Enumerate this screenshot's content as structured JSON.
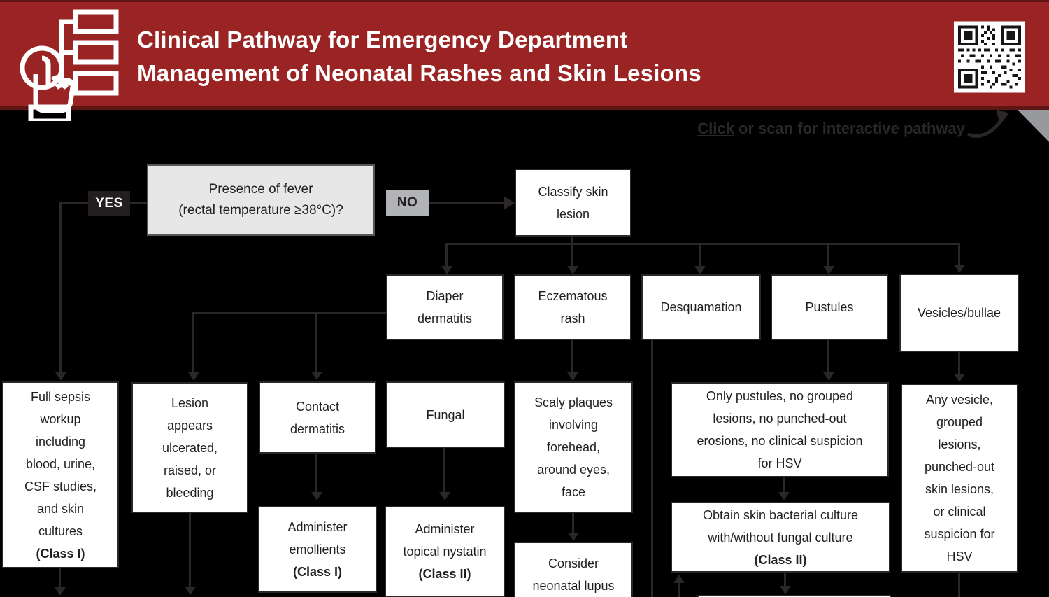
{
  "header": {
    "title_line1": "Clinical Pathway for Emergency Department",
    "title_line2": "Management of Neonatal Rashes and Skin Lesions"
  },
  "cta": {
    "click": "Click",
    "rest": " or scan for interactive pathway"
  },
  "labels": {
    "yes": "YES",
    "no": "NO"
  },
  "nodes": {
    "fever": {
      "text": "Presence of fever\n(rectal temperature ≥38°C)?"
    },
    "classify": {
      "text": "Classify skin\nlesion"
    },
    "diaper": {
      "text": "Diaper\ndermatitis"
    },
    "eczematous": {
      "text": "Eczematous\nrash"
    },
    "desquamation": {
      "text": "Desquamation"
    },
    "pustules": {
      "text": "Pustules"
    },
    "vesicles": {
      "text": "Vesicles/bullae"
    },
    "full_sepsis": {
      "text": "Full sepsis\nworkup\nincluding\nblood, urine,\nCSF studies,\nand skin\ncultures",
      "class_label": "(Class I)"
    },
    "lesion_appears": {
      "text": "Lesion\nappears\nulcerated,\nraised, or\nbleeding"
    },
    "contact_dermatitis": {
      "text": "Contact\ndermatitis"
    },
    "administer_emollients": {
      "text": "Administer\nemollients",
      "class_label": "(Class I)"
    },
    "fungal": {
      "text": "Fungal"
    },
    "administer_nystatin": {
      "text": "Administer\ntopical nystatin",
      "class_label": "(Class II)"
    },
    "scaly_plaques": {
      "text": "Scaly plaques\ninvolving\nforehead,\naround eyes,\nface"
    },
    "consider_lupus": {
      "text": "Consider\nneonatal lupus"
    },
    "only_pustules": {
      "text": "Only pustules, no grouped\nlesions, no punched-out\nerosions, no clinical suspicion\nfor HSV"
    },
    "obtain_culture": {
      "text": "Obtain skin bacterial culture\nwith/without fungal culture",
      "class_label": "(Class II)"
    },
    "any_vesicle": {
      "text": "Any vesicle,\ngrouped\nlesions,\npunched-out\nskin lesions,\nor clinical\nsuspicion for\nHSV"
    }
  },
  "icons": {
    "header_icon": "hand-click-flowchart-icon",
    "qr": "qr-code",
    "cta_arrow": "curved-arrow-icon",
    "corner": "page-fold-triangle"
  },
  "colors": {
    "header_bg": "#9a2423",
    "header_edge": "#5f1514",
    "line": "#2b2627",
    "node_bg": "#ffffff",
    "fever_bg": "#e8e7e8",
    "yes_bg": "#231f20",
    "no_bg": "#b1b3b6",
    "fold_gray": "#97999c",
    "background": "#000000"
  }
}
